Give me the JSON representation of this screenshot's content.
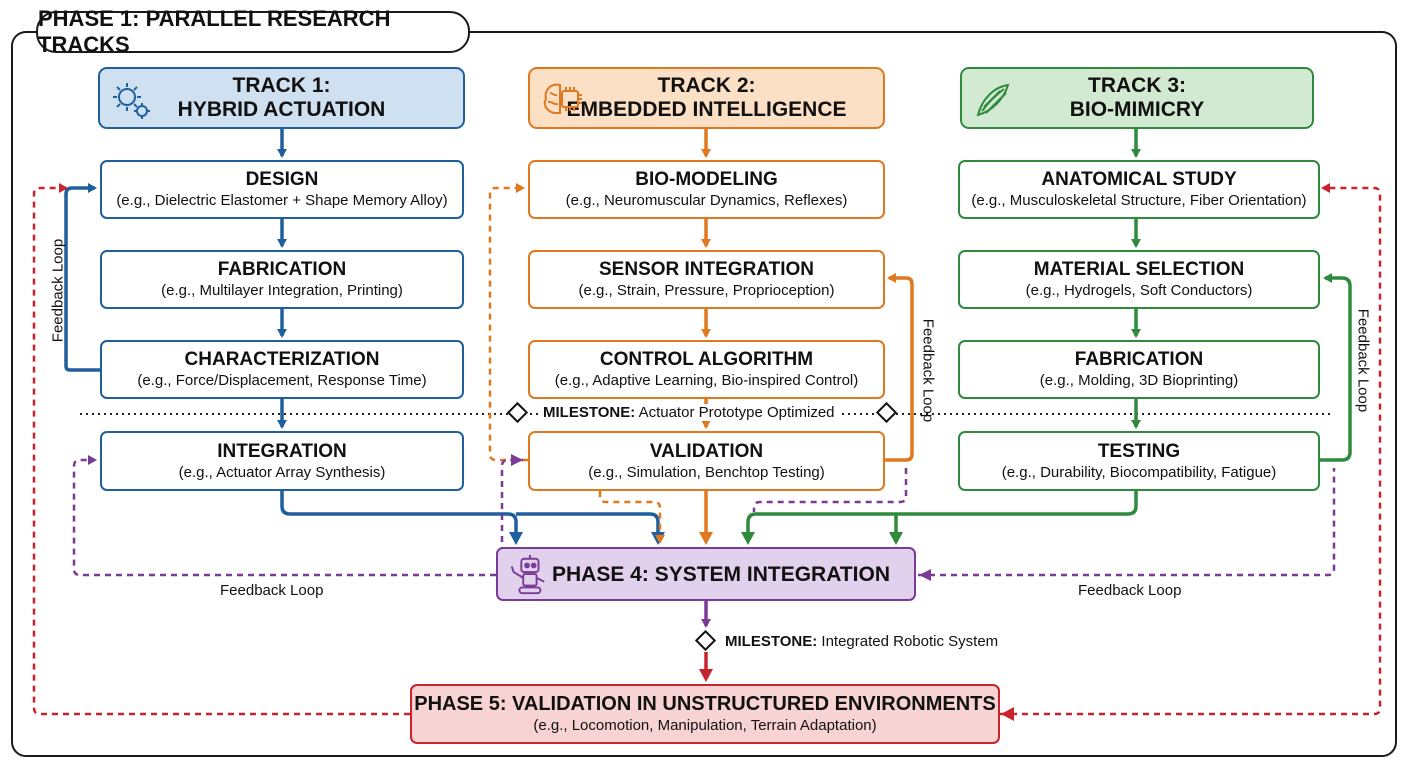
{
  "phase1": {
    "title": "PHASE 1: PARALLEL RESEARCH TRACKS"
  },
  "tracks": [
    {
      "title_line1": "TRACK 1:",
      "title_line2": "HYBRID ACTUATION",
      "icon": "gears-icon",
      "color": "#1f5f9e",
      "steps": [
        {
          "title": "DESIGN",
          "sub": "(e.g., Dielectric Elastomer + Shape Memory Alloy)"
        },
        {
          "title": "FABRICATION",
          "sub": "(e.g., Multilayer Integration, Printing)"
        },
        {
          "title": "CHARACTERIZATION",
          "sub": "(e.g., Force/Displacement, Response Time)"
        },
        {
          "title": "INTEGRATION",
          "sub": "(e.g., Actuator Array Synthesis)"
        }
      ],
      "feedback_label": "Feedback Loop"
    },
    {
      "title_line1": "TRACK 2:",
      "title_line2": "EMBEDDED INTELLIGENCE",
      "icon": "brain-chip-icon",
      "color": "#e0781f",
      "steps": [
        {
          "title": "BIO-MODELING",
          "sub": "(e.g., Neuromuscular Dynamics, Reflexes)"
        },
        {
          "title": "SENSOR INTEGRATION",
          "sub": "(e.g., Strain, Pressure, Proprioception)"
        },
        {
          "title": "CONTROL ALGORITHM",
          "sub": "(e.g., Adaptive Learning, Bio-inspired Control)"
        },
        {
          "title": "VALIDATION",
          "sub": "(e.g., Simulation, Benchtop Testing)"
        }
      ],
      "feedback_label": "Feedback Loop"
    },
    {
      "title_line1": "TRACK 3:",
      "title_line2": "BIO-MIMICRY",
      "icon": "muscle-fiber-icon",
      "color": "#2f8a3e",
      "steps": [
        {
          "title": "ANATOMICAL STUDY",
          "sub": "(e.g., Musculoskeletal Structure, Fiber Orientation)"
        },
        {
          "title": "MATERIAL SELECTION",
          "sub": "(e.g., Hydrogels, Soft Conductors)"
        },
        {
          "title": "FABRICATION",
          "sub": "(e.g., Molding, 3D Bioprinting)"
        },
        {
          "title": "TESTING",
          "sub": "(e.g., Durability, Biocompatibility, Fatigue)"
        }
      ],
      "feedback_label": "Feedback Loop"
    }
  ],
  "milestone1": {
    "label": "MILESTONE:",
    "text": "Actuator Prototype Optimized"
  },
  "phase4": {
    "title": "PHASE 4: SYSTEM INTEGRATION",
    "icon": "robot-icon",
    "color": "#7a3b97"
  },
  "phase4_feedback_left": "Feedback Loop",
  "phase4_feedback_right": "Feedback Loop",
  "milestone2": {
    "label": "MILESTONE:",
    "text": "Integrated Robotic System"
  },
  "phase5": {
    "title": "PHASE 5: VALIDATION IN UNSTRUCTURED ENVIRONMENTS",
    "sub": "(e.g., Locomotion, Manipulation, Terrain Adaptation)",
    "color": "#c8242d"
  }
}
